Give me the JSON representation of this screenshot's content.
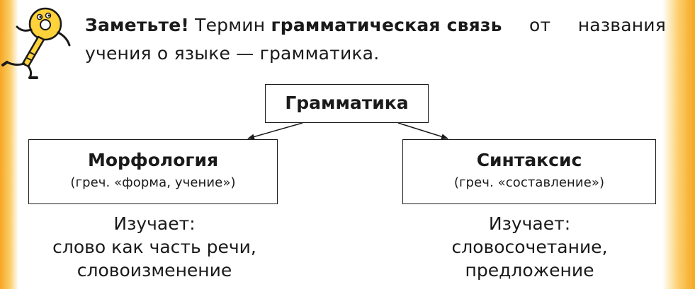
{
  "note": {
    "lead": "Заметьте!",
    "text1": "Термин",
    "term": "грамматическая связь",
    "text2": "от",
    "text3": "названия",
    "line2": "учения о языке — грамматика."
  },
  "root": {
    "label": "Грамматика"
  },
  "branches": [
    {
      "title": "Морфология",
      "subtitle": "(греч. «форма, учение»)",
      "studies_label": "Изучает:",
      "studies_lines": [
        "слово как часть речи,",
        "словоизменение"
      ]
    },
    {
      "title": "Синтаксис",
      "subtitle": "(греч. «составление»)",
      "studies_label": "Изучает:",
      "studies_lines": [
        "словосочетание,",
        "предложение"
      ]
    }
  ],
  "icons": {
    "mascot": "running-key-mascot-icon"
  },
  "colors": {
    "edge": "#f6a623",
    "edge_light": "#fbcf6a",
    "mascot_fill": "#fdd23a",
    "ink": "#1a1a1a"
  }
}
